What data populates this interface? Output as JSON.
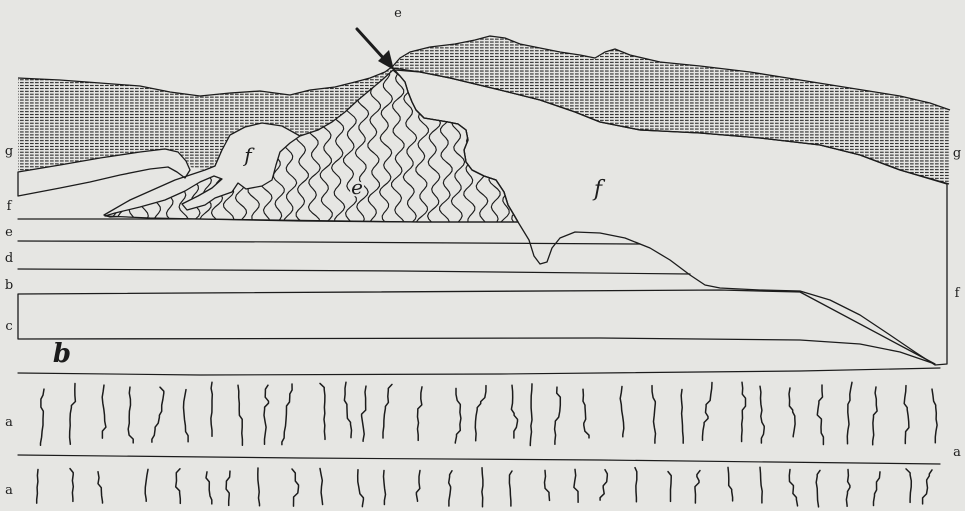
{
  "figure": {
    "top_label": "e",
    "left_labels": [
      "g",
      "f",
      "e",
      "d",
      "b",
      "c",
      "a",
      "a"
    ],
    "right_labels": [
      "g",
      "f",
      "a"
    ],
    "body_labels": [
      "f",
      "e",
      "f"
    ],
    "corner_label": "b"
  },
  "colors": {
    "ink": "#1c1c1c",
    "paper": "#e6e6e3"
  }
}
